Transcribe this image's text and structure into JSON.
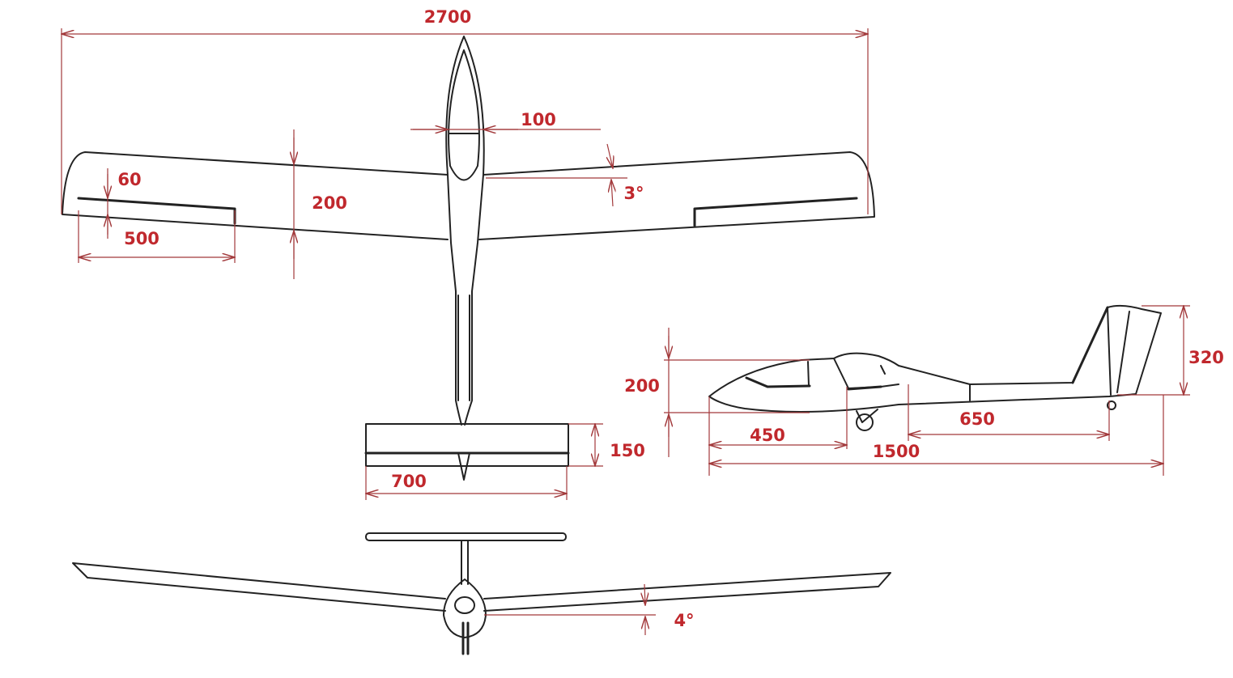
{
  "title": "Glider three-view drawing with dimensions",
  "colors": {
    "dimension": "#c0282d",
    "outline": "#222222"
  },
  "top_view": {
    "wingspan": "2700",
    "fuselage_width": "100",
    "aileron_chord": "60",
    "root_chord": "200",
    "aileron_length": "500",
    "sweep_angle": "3°",
    "stabilizer_chord": "150",
    "stabilizer_span": "700"
  },
  "side_view": {
    "fuselage_height": "200",
    "fin_height": "320",
    "nose_to_wing": "450",
    "tail_arm": "650",
    "overall_length": "1500"
  },
  "front_view": {
    "dihedral_angle": "4°"
  }
}
